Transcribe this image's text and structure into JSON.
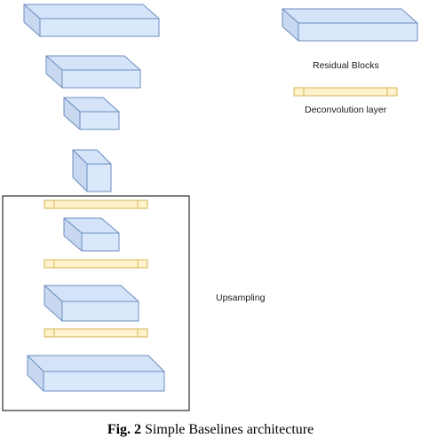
{
  "legend": {
    "residual_label": "Residual Blocks",
    "deconv_label": "Deconvolution layer"
  },
  "upsampling_label": "Upsampling",
  "caption": {
    "prefix": "Fig. 2",
    "text": "Simple Baselines architecture"
  },
  "colors": {
    "block_front": "#dae8fc",
    "block_top": "#d4e3f8",
    "block_side": "#c7d8f0",
    "block_stroke": "#6c8ebf",
    "deconv_fill": "#fff2cc",
    "deconv_stroke": "#d6b656",
    "frame_stroke": "#000000"
  }
}
